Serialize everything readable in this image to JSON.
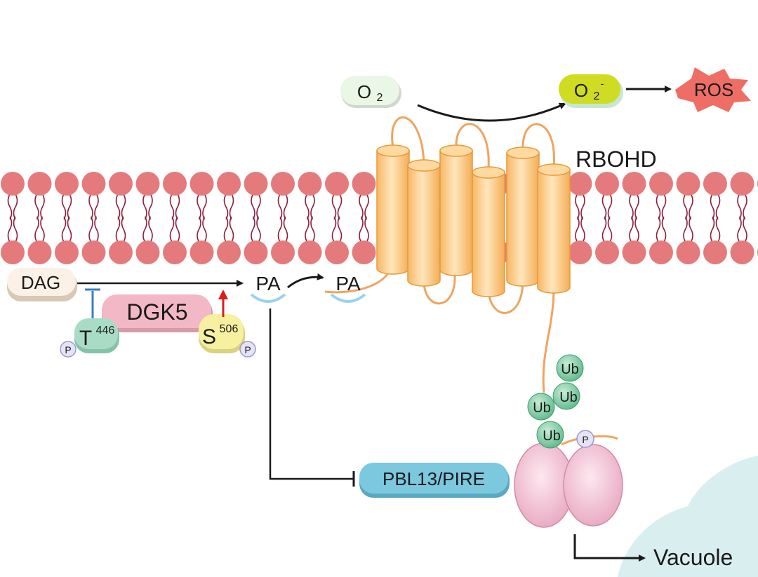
{
  "labels": {
    "o2": "O",
    "o2_sub": "2",
    "superoxide": "O",
    "superoxide_sub": "2",
    "superoxide_sup": "-",
    "ros": "ROS",
    "rbohd": "RBOHD",
    "dag": "DAG",
    "pa_1": "PA",
    "pa_2": "PA",
    "dgk5": "DGK5",
    "t_site": "T",
    "t_site_num": "446",
    "s_site": "S",
    "s_site_num": "506",
    "phospho_1": "P",
    "phospho_2": "P",
    "phospho_3": "P",
    "ub_1": "Ub",
    "ub_2": "Ub",
    "ub_3": "Ub",
    "ub_4": "Ub",
    "pbl13": "PBL13/PIRE",
    "vacuole": "Vacuole"
  },
  "colors": {
    "lipid_head": "#e57a7c",
    "lipid_tail": "#8a1e3c",
    "helix": "#fbd08e",
    "helix_stroke": "#e59a3a",
    "ros_star": "#ee6e66",
    "superoxide_fill": "#cfdc22",
    "o2_fill": "#eaf6e6",
    "dag_fill": "#fbf1e6",
    "dgk5_fill": "#f2b8c5",
    "t_fill": "#a9dcc6",
    "s_fill": "#f6f0a0",
    "phospho_fill": "#e4e4f6",
    "ub_fill": "#82cfa3",
    "pbl13_fill": "#7cc8de",
    "vacuole_fill": "#d9eeef",
    "inhibit_blue": "#3b7fc0",
    "activate_red": "#e01b1b"
  }
}
